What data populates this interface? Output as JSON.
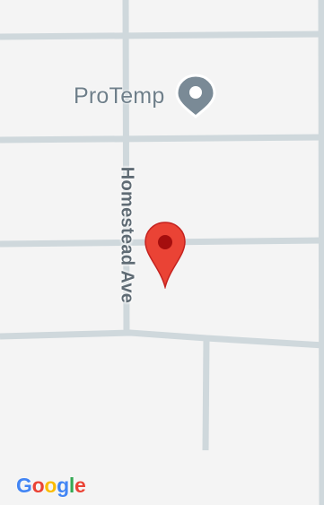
{
  "map": {
    "poi": {
      "name": "ProTemp",
      "icon": "place-pin-icon",
      "pin_color": "#7a8a96"
    },
    "street": {
      "name": "Homestead Ave"
    },
    "selected_marker": {
      "icon": "map-marker-icon",
      "color": "#ea4335"
    },
    "road_color": "#cfd8dc",
    "background_color": "#f4f4f4",
    "attribution": {
      "brand": "Google",
      "letters": [
        "G",
        "o",
        "o",
        "g",
        "l",
        "e"
      ],
      "letter_colors": [
        "#4285f4",
        "#ea4335",
        "#fbbc05",
        "#4285f4",
        "#34a853",
        "#ea4335"
      ]
    }
  }
}
